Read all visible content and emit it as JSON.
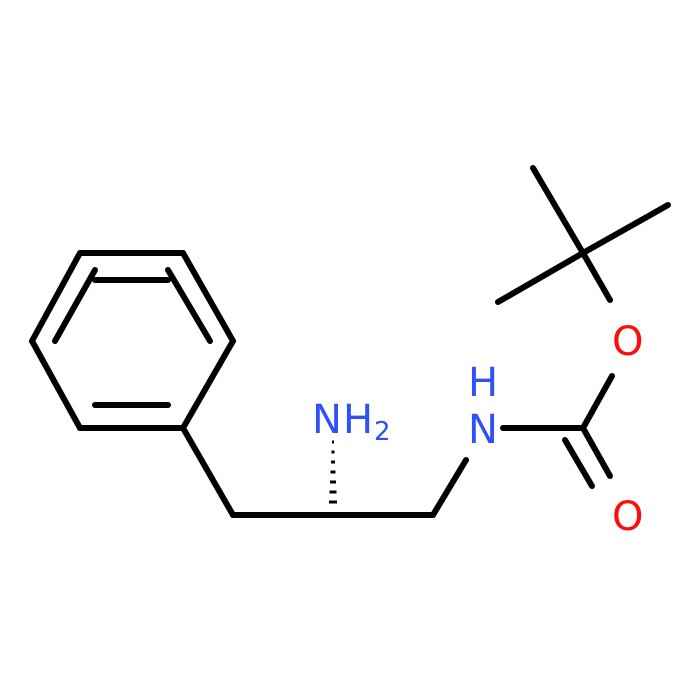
{
  "atoms": {
    "amine": {
      "symbol": "N",
      "hydrogens": "H",
      "subscript": "2"
    },
    "amide_n": {
      "symbol": "N",
      "hydrogen": "H"
    },
    "ester_o": {
      "symbol": "O"
    },
    "carbonyl_o": {
      "symbol": "O"
    }
  },
  "colors": {
    "bond": "#000000",
    "nitrogen": "#3050F8",
    "oxygen": "#FF0D0D",
    "background": "#ffffff"
  }
}
